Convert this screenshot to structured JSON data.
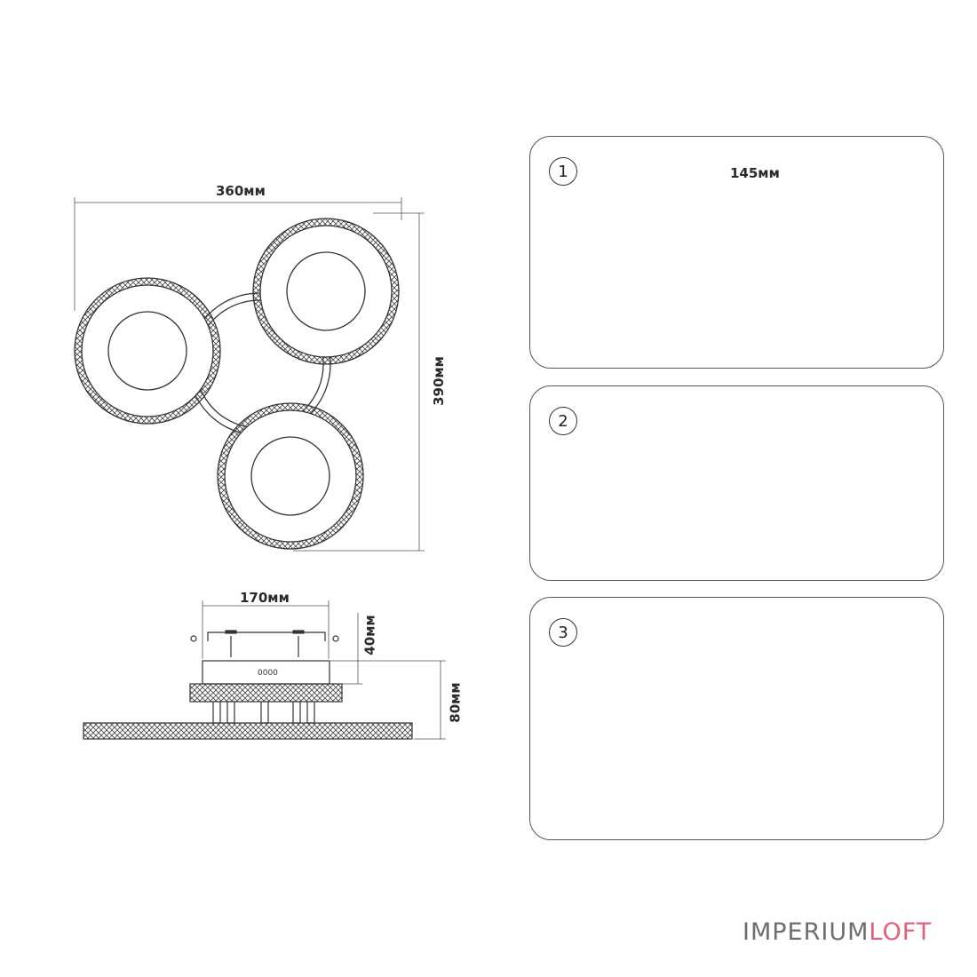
{
  "dimensions": {
    "top_width": "360мм",
    "top_height": "390мм",
    "side_base_width": "170мм",
    "side_base_height": "40мм",
    "side_total_height": "80мм"
  },
  "steps": [
    {
      "number": "1",
      "dimension": "145мм"
    },
    {
      "number": "2"
    },
    {
      "number": "3"
    }
  ],
  "brand": {
    "part1": "IMPERIUM",
    "part2": "LOFT",
    "color1": "#6e6e6e",
    "color2": "#e2607a"
  },
  "colors": {
    "line": "#333333",
    "wire_red": "#d9534f",
    "wire_blue": "#4a5fc1"
  }
}
